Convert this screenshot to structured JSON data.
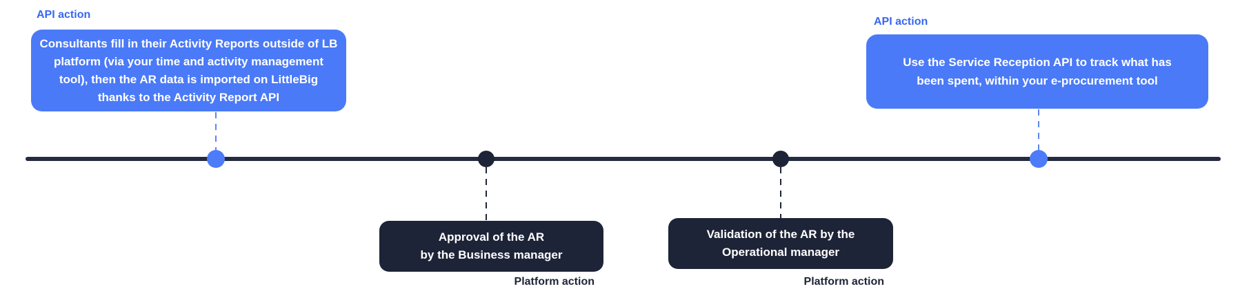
{
  "colors": {
    "api_bubble_blue": "#4a7af7",
    "api_label_blue": "#3767f2",
    "api_dot_blue": "#4c7cf9",
    "api_dash_blue": "#5c86ee",
    "platform_navy": "#1e2437",
    "timeline_navy": "#232a41",
    "bubble_text": "#ffffff",
    "background": "#ffffff"
  },
  "timeline": {
    "dots": [
      {
        "step": 1,
        "kind": "api",
        "color": "#4c7cf9"
      },
      {
        "step": 2,
        "kind": "platform",
        "color": "#1e2437"
      },
      {
        "step": 3,
        "kind": "platform",
        "color": "#1e2437"
      },
      {
        "step": 4,
        "kind": "api",
        "color": "#4c7cf9"
      }
    ]
  },
  "steps": [
    {
      "kind": "api",
      "label": "API action",
      "lines": [
        "Consultants fill in their Activity Reports outside of LB",
        "platform (via your time and activity management",
        "tool), then the AR data is imported on LittleBig",
        "thanks to the Activity Report API"
      ]
    },
    {
      "kind": "platform",
      "label": "Platform action",
      "lines": [
        "Approval of the AR",
        "by the Business manager"
      ]
    },
    {
      "kind": "platform",
      "label": "Platform action",
      "lines": [
        "Validation of the AR by the",
        "Operational manager"
      ]
    },
    {
      "kind": "api",
      "label": "API action",
      "lines": [
        "Use the Service Reception API to track what has",
        "been spent, within your e-procurement tool"
      ]
    }
  ]
}
